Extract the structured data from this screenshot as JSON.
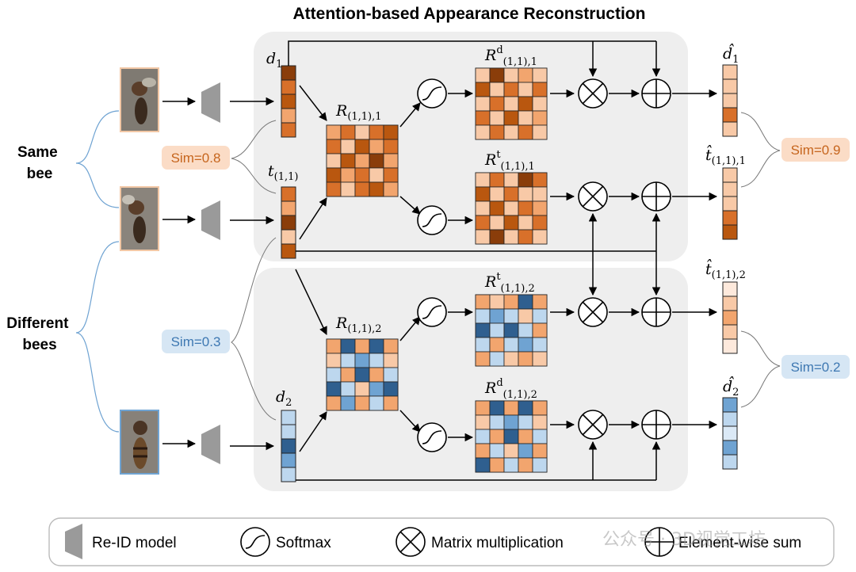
{
  "title": "Attention-based Appearance Reconstruction",
  "groups": {
    "same": [
      "Same",
      "bee"
    ],
    "different": [
      "Different",
      "bees"
    ]
  },
  "similarity": {
    "input_same": "Sim=0.8",
    "input_different": "Sim=0.3",
    "output_same": "Sim=0.9",
    "output_different": "Sim=0.2"
  },
  "vectors": {
    "d1": {
      "base": "d",
      "sub": "1"
    },
    "t11": {
      "base": "t",
      "sub": "(1,1)"
    },
    "d2": {
      "base": "d",
      "sub": "2"
    },
    "d1_hat": {
      "base": "d̂",
      "sub": "1"
    },
    "t11_1_hat": {
      "base": "t̂",
      "sub": "(1,1),1"
    },
    "t11_2_hat": {
      "base": "t̂",
      "sub": "(1,1),2"
    },
    "d2_hat": {
      "base": "d̂",
      "sub": "2"
    }
  },
  "matrices": {
    "R1": {
      "base": "R",
      "sub": "(1,1),1"
    },
    "R2": {
      "base": "R",
      "sub": "(1,1),2"
    },
    "Rd1": {
      "base": "R",
      "sup": "d",
      "sub": "(1,1),1"
    },
    "Rt1": {
      "base": "R",
      "sup": "t",
      "sub": "(1,1),1"
    },
    "Rt2": {
      "base": "R",
      "sup": "t",
      "sub": "(1,1),2"
    },
    "Rd2": {
      "base": "R",
      "sup": "d",
      "sub": "(1,1),2"
    }
  },
  "legend": {
    "reid": "Re-ID model",
    "softmax": "Softmax",
    "matmul": "Matrix multiplication",
    "sum": "Element-wise sum"
  },
  "watermark": "公众号 · 3D视觉工坊",
  "colors": {
    "orange_light": "#f8c9a7",
    "orange": "#f2a56e",
    "orange_mid": "#d8702a",
    "orange_dark": "#b9570f",
    "brown": "#8a3d0a",
    "blue_light": "#bdd7ee",
    "blue": "#6fa3d2",
    "blue_dark": "#2f5f8f",
    "panel": "#eeeeee",
    "sim_orange_bg": "#fbdcc6",
    "sim_orange_text": "#c6651d",
    "sim_blue_bg": "#d6e6f4",
    "sim_blue_text": "#3e78b2"
  },
  "icons": [
    "reid-model-icon",
    "softmax-icon",
    "matrix-multiplication-icon",
    "element-wise-sum-icon"
  ]
}
